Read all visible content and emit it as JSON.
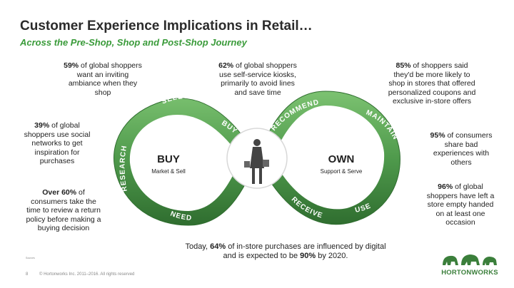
{
  "slide": {
    "title": "Customer Experience Implications in Retail…",
    "subtitle": "Across the Pre-Shop, Shop and Post-Shop Journey"
  },
  "stats": [
    {
      "highlight": "59%",
      "text": " of global shoppers want an inviting ambiance when they shop"
    },
    {
      "highlight": "39%",
      "text": " of global shoppers use social networks to get inspiration for purchases"
    },
    {
      "highlight": "Over 60%",
      "text": " of consumers take the time to review a return policy before making a buying decision"
    },
    {
      "highlight": "62%",
      "text": " of global shoppers use self-service kiosks, primarily to avoid lines and save time"
    },
    {
      "highlight": "85%",
      "text": " of shoppers said they'd be more likely to shop in stores that offered personalized coupons and exclusive in-store offers"
    },
    {
      "highlight": "95%",
      "text": " of consumers share bad experiences with others"
    },
    {
      "highlight": "96%",
      "text": " of global shoppers have left a store empty handed on at least one occasion"
    }
  ],
  "diagram": {
    "left_title": "BUY",
    "left_sub": "Market & Sell",
    "right_title": "OWN",
    "right_sub": "Support & Serve",
    "loop_labels": [
      "RESEARCH",
      "SELECT",
      "BUY",
      "NEED",
      "RECOMMEND",
      "MAINTAIN",
      "USE",
      "RECEIVE"
    ],
    "colors": {
      "band": "#4f9a4c",
      "band_light": "#7cc271",
      "band_dark": "#2f6d2f"
    }
  },
  "bottom": {
    "part1": "Today, ",
    "highlight1": "64%",
    "part2": " of in-store purchases are influenced by digital and is expected to be ",
    "highlight2": "90%",
    "part3": " by 2020."
  },
  "footer": {
    "sources_label": "Sources",
    "page_number": "8",
    "copyright": "© Hortonworks Inc. 2011–2016. All rights reserved"
  },
  "logo": {
    "text": "HORTONWORKS",
    "icon": "elephant-icon"
  }
}
